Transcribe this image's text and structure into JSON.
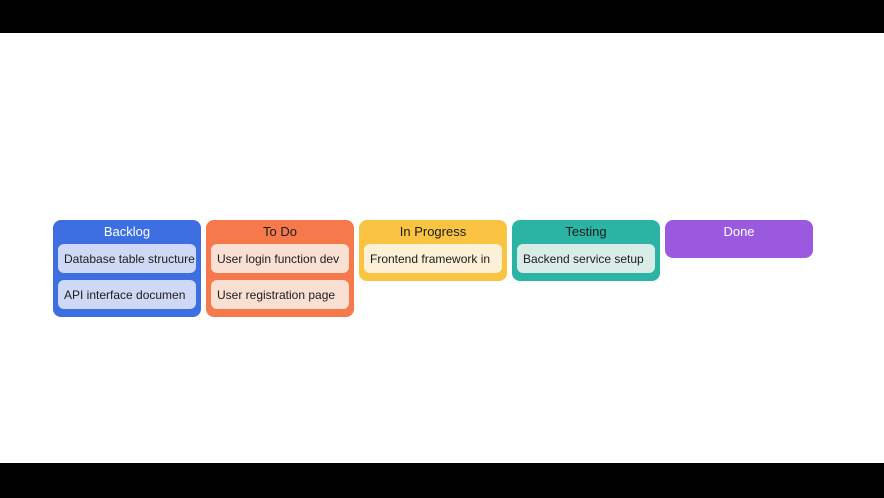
{
  "window": {
    "letterbox_color": "#000000",
    "content_background": "#ffffff"
  },
  "board": {
    "card_text_color": "#1c1c1c",
    "columns": [
      {
        "id": "backlog",
        "title": "Backlog",
        "accent_color": "#3e6fe2",
        "title_text_color": "#ffffff",
        "card_color": "#cfd9f6",
        "cards": [
          "Database table structure",
          "API interface documen"
        ]
      },
      {
        "id": "todo",
        "title": "To Do",
        "accent_color": "#f5794b",
        "title_text_color": "#1c1c1c",
        "card_color": "#fadfd3",
        "cards": [
          "User login function dev",
          "User registration page"
        ]
      },
      {
        "id": "in-progress",
        "title": "In Progress",
        "accent_color": "#fbc342",
        "title_text_color": "#1c1c1c",
        "card_color": "#fcf1d7",
        "cards": [
          "Frontend framework in"
        ]
      },
      {
        "id": "testing",
        "title": "Testing",
        "accent_color": "#2bb3a3",
        "title_text_color": "#1c1c1c",
        "card_color": "#d9ece7",
        "cards": [
          "Backend service setup"
        ]
      },
      {
        "id": "done",
        "title": "Done",
        "accent_color": "#9b59e0",
        "title_text_color": "#ffffff",
        "cards": []
      }
    ]
  }
}
